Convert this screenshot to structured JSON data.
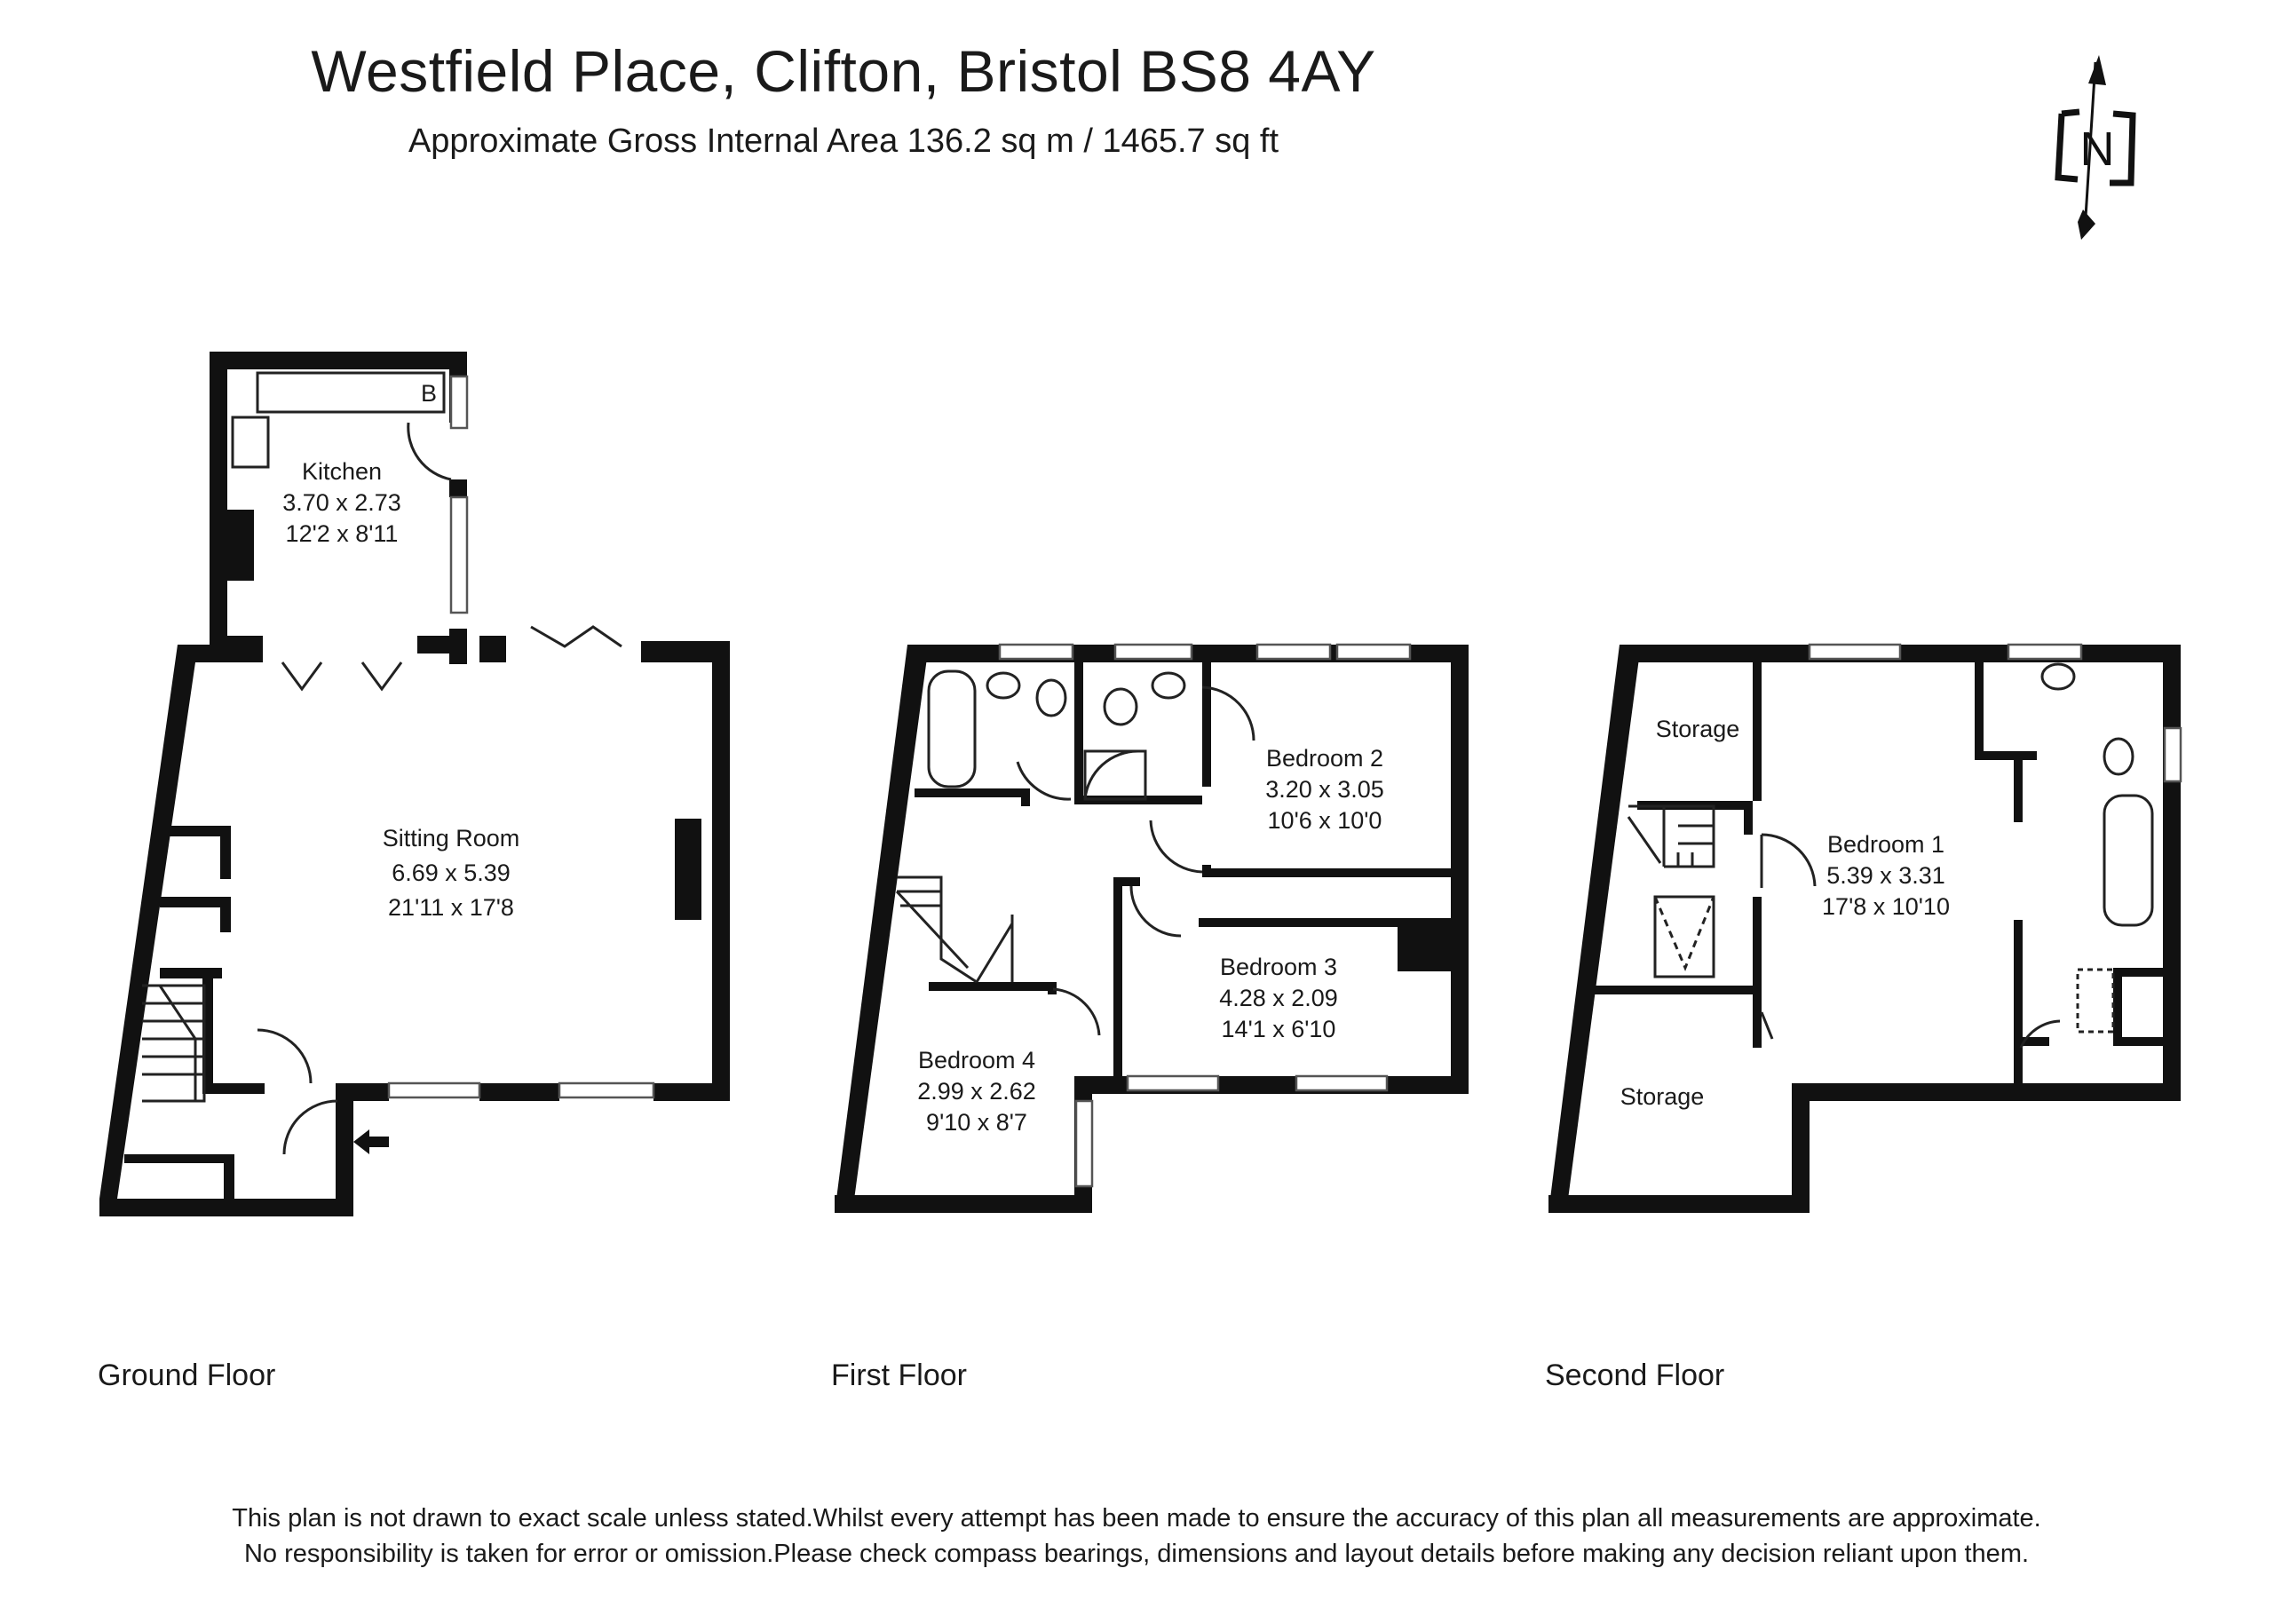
{
  "header": {
    "title": "Westfield Place, Clifton, Bristol BS8 4AY",
    "subtitle": "Approximate Gross Internal Area 136.2 sq m / 1465.7 sq ft"
  },
  "compass": {
    "letter": "N"
  },
  "floors": {
    "ground": {
      "label": "Ground Floor",
      "boiler": "B",
      "kitchen": {
        "name": "Kitchen",
        "metric": "3.70 x 2.73",
        "imperial": "12'2 x 8'11"
      },
      "sitting": {
        "name": "Sitting Room",
        "metric": "6.69 x 5.39",
        "imperial": "21'11 x 17'8"
      }
    },
    "first": {
      "label": "First Floor",
      "bedroom2": {
        "name": "Bedroom 2",
        "metric": "3.20 x 3.05",
        "imperial": "10'6 x 10'0"
      },
      "bedroom3": {
        "name": "Bedroom 3",
        "metric": "4.28 x 2.09",
        "imperial": "14'1 x 6'10"
      },
      "bedroom4": {
        "name": "Bedroom 4",
        "metric": "2.99 x 2.62",
        "imperial": "9'10 x 8'7"
      }
    },
    "second": {
      "label": "Second Floor",
      "storage_top": "Storage",
      "storage_bottom": "Storage",
      "bedroom1": {
        "name": "Bedroom 1",
        "metric": "5.39 x 3.31",
        "imperial": "17'8 x 10'10"
      }
    }
  },
  "disclaimer": {
    "line1": "This plan is not drawn to exact scale unless stated.Whilst every attempt has been made to ensure the accuracy of this plan all measurements are approximate.",
    "line2": "No responsibility is taken for error or omission.Please check compass bearings, dimensions and layout details before making any decision reliant upon them."
  }
}
